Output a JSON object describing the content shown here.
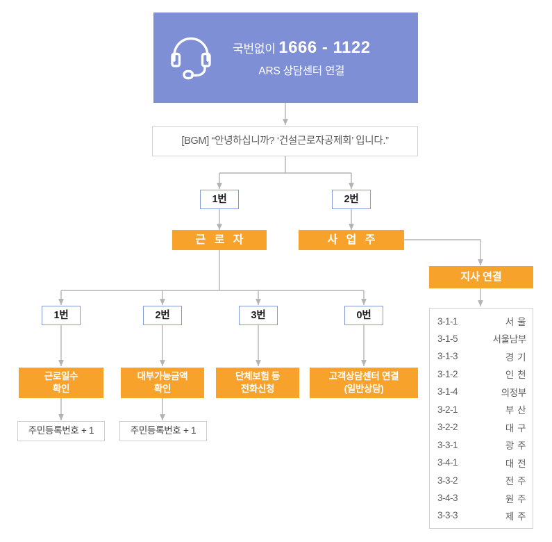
{
  "hero": {
    "icon": "headset-icon",
    "prefix_label": "국번없이",
    "phone_number": "1666 - 1122",
    "subtitle": "ARS 상담센터 연결",
    "background_color": "#7F8FD6",
    "text_color": "#FFFFFF"
  },
  "bgm": {
    "text": "[BGM]  “안녕하십니까? ‘건설근로자공제회’ 입니다.”"
  },
  "colors": {
    "orange": "#F7A22A",
    "blue_border": "#8497D6",
    "grey_border": "#CFCFCF",
    "wire": "#B3B3B3"
  },
  "level1": {
    "keys": [
      {
        "label": "1번"
      },
      {
        "label": "2번"
      }
    ],
    "options": [
      {
        "label": "근 로 자"
      },
      {
        "label": "사 업 주"
      }
    ]
  },
  "level2": {
    "keys": [
      {
        "label": "1번"
      },
      {
        "label": "2번"
      },
      {
        "label": "3번"
      },
      {
        "label": "0번"
      }
    ],
    "actions": [
      {
        "line1": "근로일수",
        "line2": "확인"
      },
      {
        "line1": "대부가능금액",
        "line2": "확인"
      },
      {
        "line1": "단체보험 등",
        "line2": "전화신청"
      },
      {
        "line1": "고객상담센터 연결",
        "line2": "(일반상담)"
      }
    ],
    "prompts": [
      {
        "label": "주민등록번호 + 1"
      },
      {
        "label": "주민등록번호 + 1"
      }
    ]
  },
  "branch": {
    "title": "지사 연결",
    "rows": [
      {
        "code": "3-1-1",
        "name": "서 울",
        "tight": false
      },
      {
        "code": "3-1-5",
        "name": "서울남부",
        "tight": true
      },
      {
        "code": "3-1-3",
        "name": "경 기",
        "tight": false
      },
      {
        "code": "3-1-2",
        "name": "인 천",
        "tight": false
      },
      {
        "code": "3-1-4",
        "name": "의정부",
        "tight": true
      },
      {
        "code": "3-2-1",
        "name": "부 산",
        "tight": false
      },
      {
        "code": "3-2-2",
        "name": "대 구",
        "tight": false
      },
      {
        "code": "3-3-1",
        "name": "광 주",
        "tight": false
      },
      {
        "code": "3-4-1",
        "name": "대 전",
        "tight": false
      },
      {
        "code": "3-3-2",
        "name": "전 주",
        "tight": false
      },
      {
        "code": "3-4-3",
        "name": "원 주",
        "tight": false
      },
      {
        "code": "3-3-3",
        "name": "제 주",
        "tight": false
      }
    ]
  }
}
